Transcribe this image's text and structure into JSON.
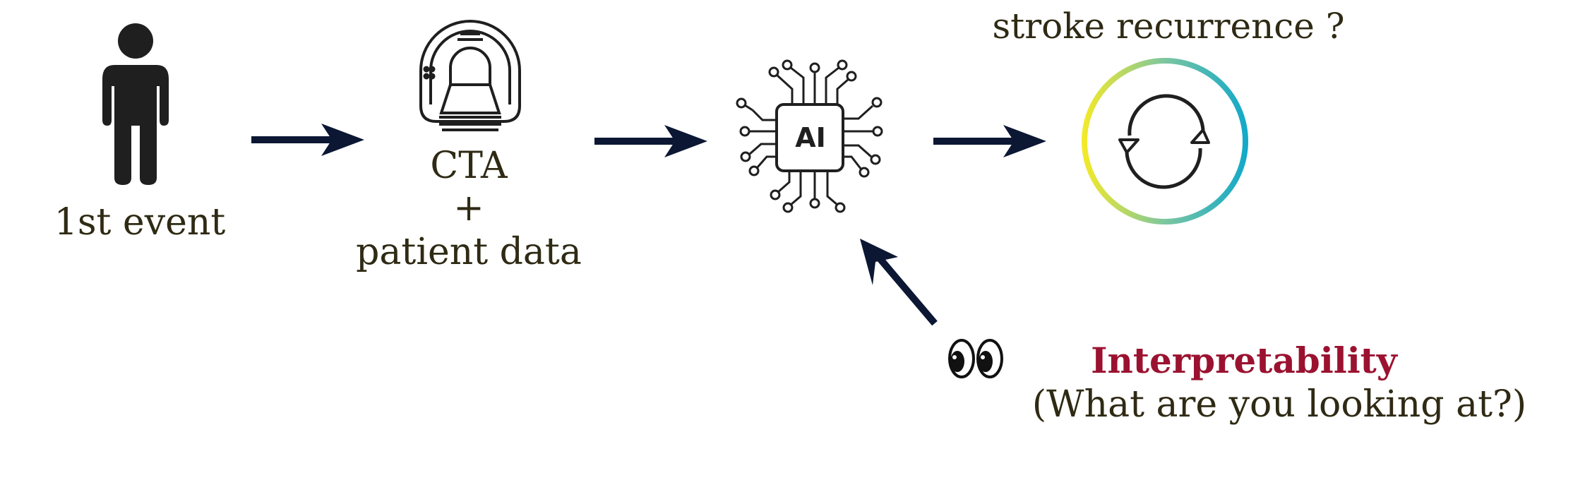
{
  "nodes": {
    "event": {
      "label": "1st event"
    },
    "imaging": {
      "line1": "CTA",
      "line2": "+",
      "line3": "patient data"
    },
    "model": {
      "chip_text": "AI"
    },
    "outcome": {
      "title": "stroke recurrence ?"
    }
  },
  "interpretability": {
    "title": "Interpretability",
    "subtitle": "(What are you looking at?)"
  },
  "colors": {
    "arrow": "#0b1733",
    "text": "#2f2a14",
    "accent": "#9b1230",
    "icon": "#1f1f1f",
    "ring_gradient": [
      "#f2e92a",
      "#7cc6a0",
      "#14a9c9"
    ]
  },
  "icons": {
    "person": "person-icon",
    "scanner": "ct-scanner-icon",
    "ai_chip": "ai-chip-icon",
    "recurrence": "recurrence-cycle-icon",
    "eyes": "eyes-icon"
  }
}
